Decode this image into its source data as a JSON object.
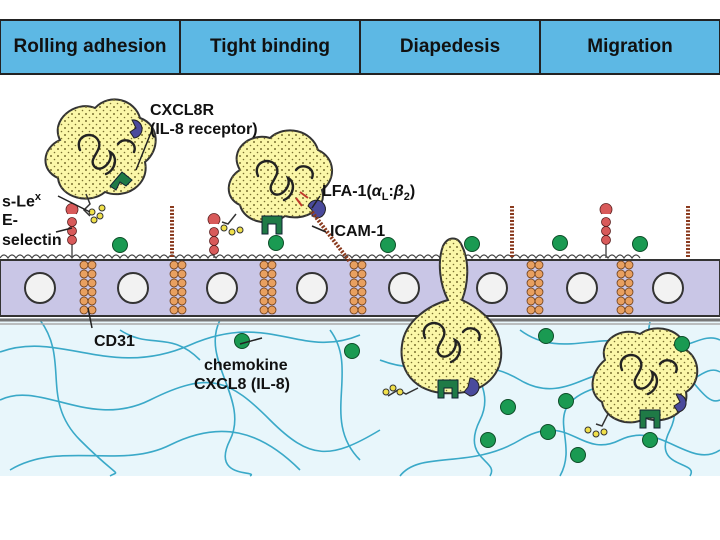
{
  "stages": [
    "Rolling adhesion",
    "Tight binding",
    "Diapedesis",
    "Migration"
  ],
  "labels": {
    "receptor_line1": "CXCL8R",
    "receptor_line2": "(IL-8 receptor)",
    "slex": "s-Le",
    "slex_sup": "x",
    "eselectin_line1": "E-",
    "eselectin_line2": "selectin",
    "lfa1_prefix": "LFA-1(",
    "alpha": "α",
    "alpha_sub": "L",
    "colon": ":",
    "beta": "β",
    "beta_sub": "2",
    "lfa1_suffix": ")",
    "icam1": "ICAM-1",
    "cd31": "CD31",
    "chemokine_line1": "chemokine",
    "chemokine_line2": "CXCL8 (IL-8)"
  },
  "colors": {
    "header_bg": "#5db8e4",
    "endothelium": "#c9c6e6",
    "tissue": "#e8f6fb",
    "leukocyte": "#fbf7a8",
    "chemokine": "#1a9a52",
    "receptor": "#4a4a9c",
    "selectin": "#d85a5a",
    "junction": "#e8a060"
  }
}
